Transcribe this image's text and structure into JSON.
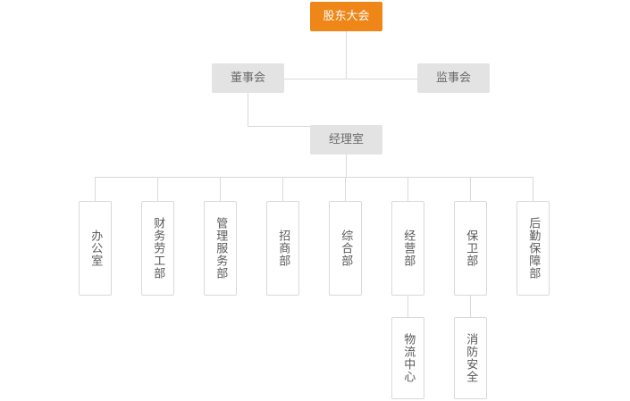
{
  "diagram": {
    "title": "",
    "colors": {
      "accent": "#ee8618",
      "accent_text": "#ffffff",
      "grey_box": "#e3e3e3",
      "grey_text": "#6b6b6b",
      "line": "#d9d9d9",
      "node_border": "#d9d9d9",
      "node_text": "#595959",
      "background": "#ffffff"
    },
    "nodes": {
      "shareholders_meeting": "股东大会",
      "board_of_directors": "董事会",
      "board_of_supervisors": "监事会",
      "managers_office": "经理室",
      "office": "办公室",
      "finance_labor": "财务劳工部",
      "management_service": "管理服务部",
      "investment_promotion": "招商部",
      "general_affairs": "综合部",
      "operations": "经营部",
      "security": "保卫部",
      "logistics_support": "后勤保障部",
      "logistics_center": "物流中心",
      "fire_safety": "消防安全"
    }
  }
}
